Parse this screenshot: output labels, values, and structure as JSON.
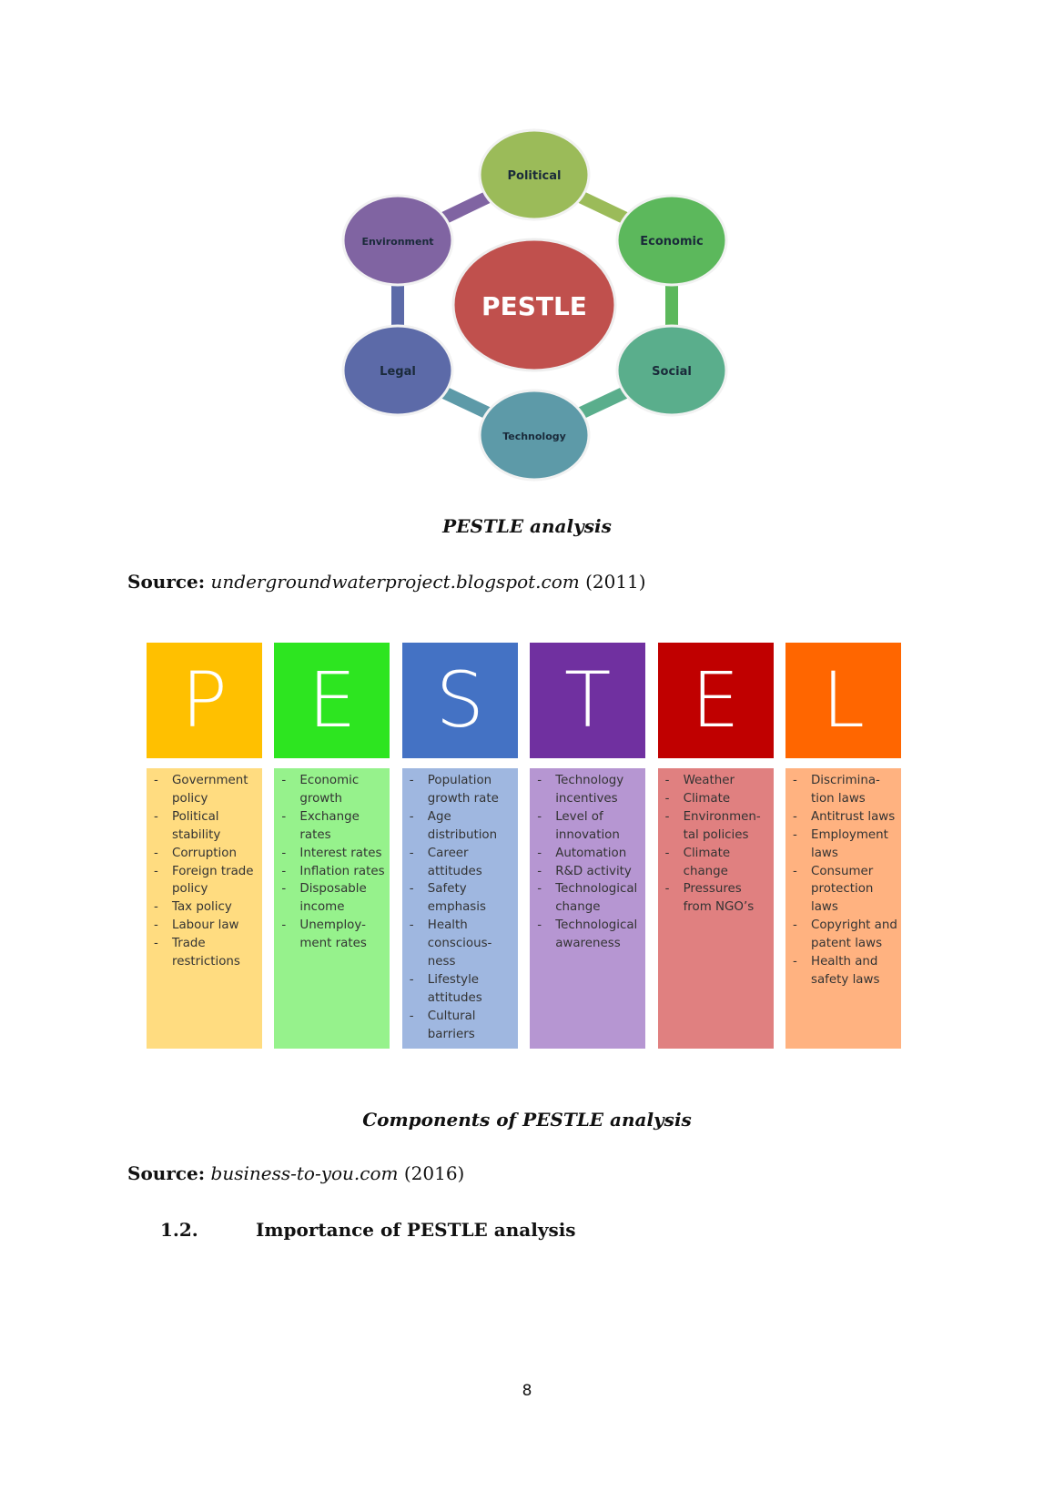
{
  "diagram": {
    "center": "PESTLE",
    "nodes": [
      {
        "label": "Political",
        "color": "#9bbb59"
      },
      {
        "label": "Economic",
        "color": "#5cb85c"
      },
      {
        "label": "Social",
        "color": "#5aae8c"
      },
      {
        "label": "Technology",
        "color": "#5d9aa8"
      },
      {
        "label": "Legal",
        "color": "#5c6aa8"
      },
      {
        "label": "Environment",
        "color": "#8064a2"
      }
    ],
    "center_color": "#c0504d"
  },
  "figure1": {
    "caption": "PESTLE analysis",
    "source_label": "Source:",
    "source_site": "undergroundwaterproject.blogspot.com",
    "source_year": "(2011)"
  },
  "pestel": [
    {
      "letter": "P",
      "color": "#ffc000",
      "light": "#ffdc80",
      "items": [
        "Government policy",
        "Political stability",
        "Corruption",
        "Foreign trade policy",
        "Tax policy",
        "Labour law",
        "Trade restrictions"
      ]
    },
    {
      "letter": "E",
      "color": "#2de520",
      "light": "#96f28c",
      "items": [
        "Economic growth",
        "Exchange rates",
        "Interest rates",
        "Inflation rates",
        "Disposable income",
        "Unemploy-ment rates"
      ]
    },
    {
      "letter": "S",
      "color": "#4472c4",
      "light": "#9fb7e0",
      "items": [
        "Population growth rate",
        "Age distribution",
        "Career attitudes",
        "Safety emphasis",
        "Health conscious-ness",
        "Lifestyle attitudes",
        "Cultural barriers"
      ]
    },
    {
      "letter": "T",
      "color": "#7030a0",
      "light": "#b696d2",
      "items": [
        "Technology incentives",
        "Level of innovation",
        "Automation",
        "R&D activity",
        "Technological change",
        "Technological awareness"
      ]
    },
    {
      "letter": "E",
      "color": "#c00000",
      "light": "#e08080",
      "items": [
        "Weather",
        "Climate",
        "Environmen-tal policies",
        "Climate change",
        "Pressures from NGO’s"
      ]
    },
    {
      "letter": "L",
      "color": "#ff6600",
      "light": "#ffb280",
      "items": [
        "Discrimina-tion laws",
        "Antitrust laws",
        "Employment laws",
        "Consumer protection laws",
        "Copyright and patent laws",
        "Health and safety laws"
      ]
    }
  ],
  "figure2": {
    "caption": "Components of PESTLE analysis",
    "source_label": "Source:",
    "source_site": "business-to-you.com",
    "source_year": "(2016)"
  },
  "section": {
    "number": "1.2.",
    "title": "Importance of PESTLE analysis"
  },
  "page_number": "8"
}
